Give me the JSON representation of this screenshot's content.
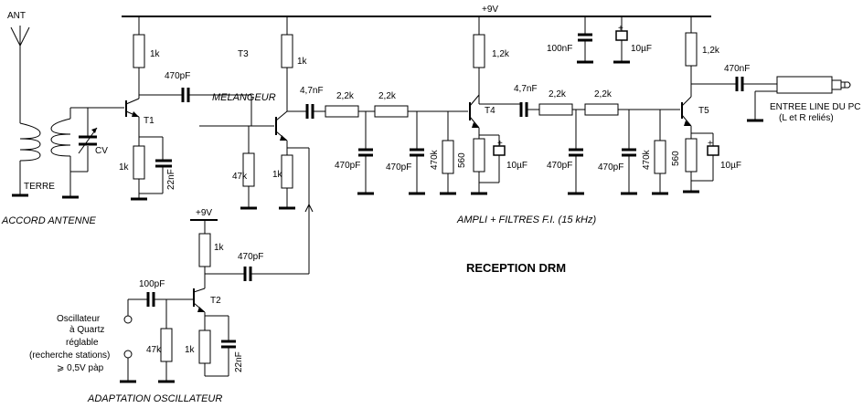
{
  "diagram": {
    "title": "RECEPTION DRM",
    "supply": "+9V",
    "sections": {
      "antenna": "ACCORD ANTENNE",
      "amplifier": "AMPLI + FILTRES F.I. (15 kHz)",
      "oscillator": "ADAPTATION OSCILLATEUR",
      "mixer": "MELANGEUR"
    },
    "labels": {
      "ant": "ANT",
      "terre": "TERRE",
      "cv": "CV",
      "output": "ENTREE LINE DU PC",
      "output_sub": "(L et R reliés)",
      "osc_input": [
        "Oscillateur",
        "à Quartz",
        "réglable",
        "(recherche stations)",
        "⩾ 0,5V pàp"
      ]
    },
    "transistors": [
      "T1",
      "T2",
      "T3",
      "T4",
      "T5"
    ],
    "components": {
      "r_1k": "1k",
      "r_1_2k": "1,2k",
      "r_2_2k": "2,2k",
      "r_47k": "47k",
      "r_470k": "470k",
      "r_560": "560",
      "c_470pF": "470pF",
      "c_4_7nF": "4,7nF",
      "c_470nF": "470nF",
      "c_22nF": "22nF",
      "c_100pF": "100pF",
      "c_100nF": "100nF",
      "c_10uF": "10µF",
      "plus": "+"
    }
  }
}
